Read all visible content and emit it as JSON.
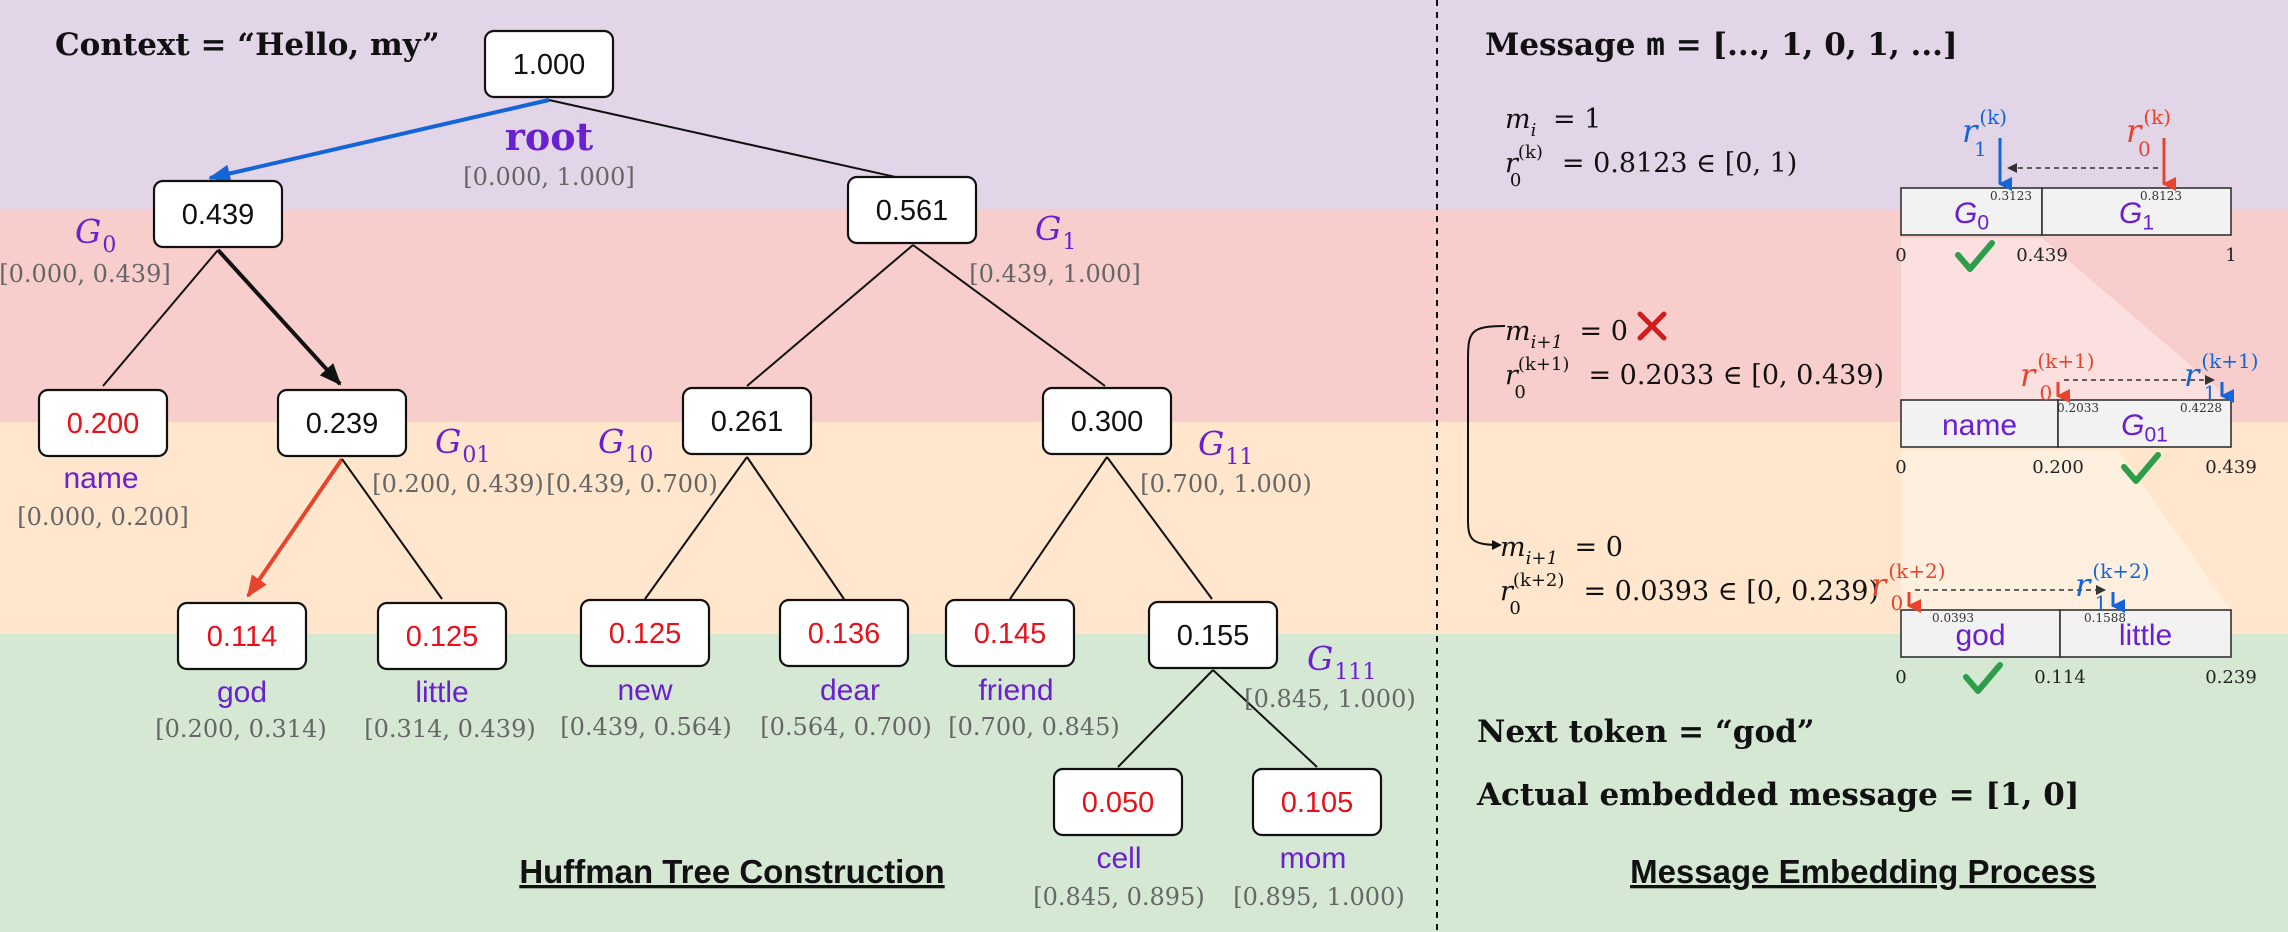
{
  "context_label": "Context  =  “Hello, my”",
  "message_label_prefix": "Message ",
  "message_label_var": "m",
  "message_label_suffix": "  =  [..., 1, 0, 1, ...]",
  "root_label": "root",
  "left_heading": "Huffman Tree Construction",
  "right_heading": "Message Embedding Process",
  "next_token_label": "Next token  =  “god”",
  "actual_message_label": "Actual embedded message  =  [1, 0]",
  "colors": {
    "band_purple": "#e1d5e7",
    "band_red": "#f8cecc",
    "band_orange": "#ffe6cc",
    "band_green": "#d5e8d4",
    "token_purple": "#6a1fd0",
    "leaf_red": "#e8111b",
    "arrow_blue": "#1565d8",
    "arrow_red": "#e8432d",
    "check_green": "#2e9e4a",
    "cross_red": "#d21c1c"
  },
  "tree": {
    "nodes": [
      {
        "id": "root",
        "value": "1.000",
        "range": "[0.000, 1.000]"
      },
      {
        "id": "g0",
        "value": "0.439",
        "range": "[0.000, 0.439]",
        "group": "G",
        "sub": "0"
      },
      {
        "id": "g1",
        "value": "0.561",
        "range": "[0.439, 1.000]",
        "group": "G",
        "sub": "1"
      },
      {
        "id": "name",
        "value": "0.200",
        "token": "name",
        "range": "[0.000, 0.200]",
        "leaf": true
      },
      {
        "id": "g01",
        "value": "0.239",
        "range": "[0.200, 0.439)",
        "group": "G",
        "sub": "01"
      },
      {
        "id": "g10",
        "value": "0.261",
        "range": "[0.439, 0.700)",
        "group": "G",
        "sub": "10"
      },
      {
        "id": "g11",
        "value": "0.300",
        "range": "[0.700, 1.000)",
        "group": "G",
        "sub": "11"
      },
      {
        "id": "god",
        "value": "0.114",
        "token": "god",
        "range": "[0.200, 0.314)",
        "leaf": true
      },
      {
        "id": "little",
        "value": "0.125",
        "token": "little",
        "range": "[0.314, 0.439)",
        "leaf": true
      },
      {
        "id": "new",
        "value": "0.125",
        "token": "new",
        "range": "[0.439, 0.564)",
        "leaf": true
      },
      {
        "id": "dear",
        "value": "0.136",
        "token": "dear",
        "range": "[0.564, 0.700)",
        "leaf": true
      },
      {
        "id": "friend",
        "value": "0.145",
        "token": "friend",
        "range": "[0.700, 0.845)",
        "leaf": true
      },
      {
        "id": "g111",
        "value": "0.155",
        "range": "[0.845, 1.000)",
        "group": "G",
        "sub": "111"
      },
      {
        "id": "cell",
        "value": "0.050",
        "token": "cell",
        "range": "[0.845, 0.895)",
        "leaf": true
      },
      {
        "id": "mom",
        "value": "0.105",
        "token": "mom",
        "range": "[0.895, 1.000)",
        "leaf": true
      }
    ]
  },
  "steps": [
    {
      "m_var": "m",
      "m_sub": "i",
      "m_val": "= 1",
      "r_var": "r",
      "r_sub": "0",
      "r_sup": "(k)",
      "r_val": "= 0.8123 ∈ [0, 1)",
      "left_token": "G",
      "left_token_sub": "0",
      "right_token": "G",
      "right_token_sub": "1",
      "left_is_group": true,
      "right_is_group": true,
      "tick_start": "0",
      "tick_mid": "0.439",
      "tick_end": "1",
      "tiny_left": "0.3123",
      "tiny_right": "0.8123",
      "top_left_label": "r",
      "top_left_sub": "1",
      "top_left_sup": "(k)",
      "top_left_color": "blue",
      "top_right_label": "r",
      "top_right_sub": "0",
      "top_right_sup": "(k)",
      "top_right_color": "red",
      "check": "left"
    },
    {
      "m_var": "m",
      "m_sub": "i+1",
      "m_val": "= 0",
      "r_var": "r",
      "r_sub": "0",
      "r_sup": "(k+1)",
      "r_val": "= 0.2033 ∈ [0, 0.439)",
      "left_token": "name",
      "left_token_sub": "",
      "right_token": "G",
      "right_token_sub": "01",
      "left_is_group": false,
      "right_is_group": true,
      "tick_start": "0",
      "tick_mid": "0.200",
      "tick_end": "0.439",
      "tiny_left": "0.2033",
      "tiny_right": "0.4228",
      "top_left_label": "r",
      "top_left_sub": "0",
      "top_left_sup": "(k+1)",
      "top_left_color": "red",
      "top_right_label": "r",
      "top_right_sub": "1",
      "top_right_sup": "(k+1)",
      "top_right_color": "blue",
      "check": "right"
    },
    {
      "m_var": "m",
      "m_sub": "i+1",
      "m_val": "= 0",
      "r_var": "r",
      "r_sub": "0",
      "r_sup": "(k+2)",
      "r_val": "= 0.0393 ∈ [0, 0.239)",
      "left_token": "god",
      "left_token_sub": "",
      "right_token": "little",
      "right_token_sub": "",
      "left_is_group": false,
      "right_is_group": false,
      "tick_start": "0",
      "tick_mid": "0.114",
      "tick_end": "0.239",
      "tiny_left": "0.0393",
      "tiny_right": "0.1588",
      "top_left_label": "r",
      "top_left_sub": "0",
      "top_left_sup": "(k+2)",
      "top_left_color": "red",
      "top_right_label": "r",
      "top_right_sub": "1",
      "top_right_sup": "(k+2)",
      "top_right_color": "blue",
      "check": "left"
    }
  ]
}
